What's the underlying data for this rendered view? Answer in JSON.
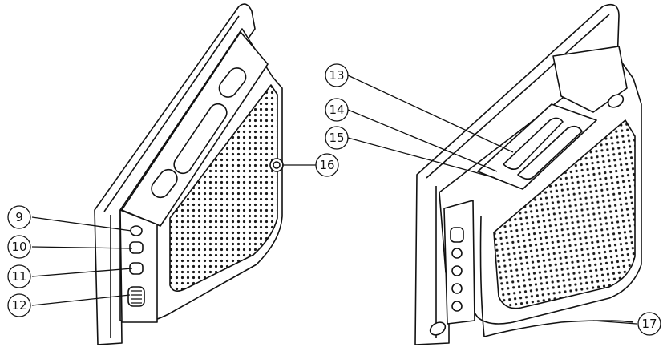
{
  "figure": {
    "left_device_label": "",
    "right_device_label": ""
  },
  "callouts": [
    {
      "id": "9",
      "label": "9"
    },
    {
      "id": "10",
      "label": "10"
    },
    {
      "id": "11",
      "label": "11"
    },
    {
      "id": "12",
      "label": "12"
    },
    {
      "id": "13",
      "label": "13"
    },
    {
      "id": "14",
      "label": "14"
    },
    {
      "id": "15",
      "label": "15"
    },
    {
      "id": "16",
      "label": "16"
    },
    {
      "id": "17",
      "label": "17"
    }
  ],
  "colors": {
    "line": "#111111",
    "fill": "#ffffff",
    "grille_dot": "#1a1a1a"
  }
}
